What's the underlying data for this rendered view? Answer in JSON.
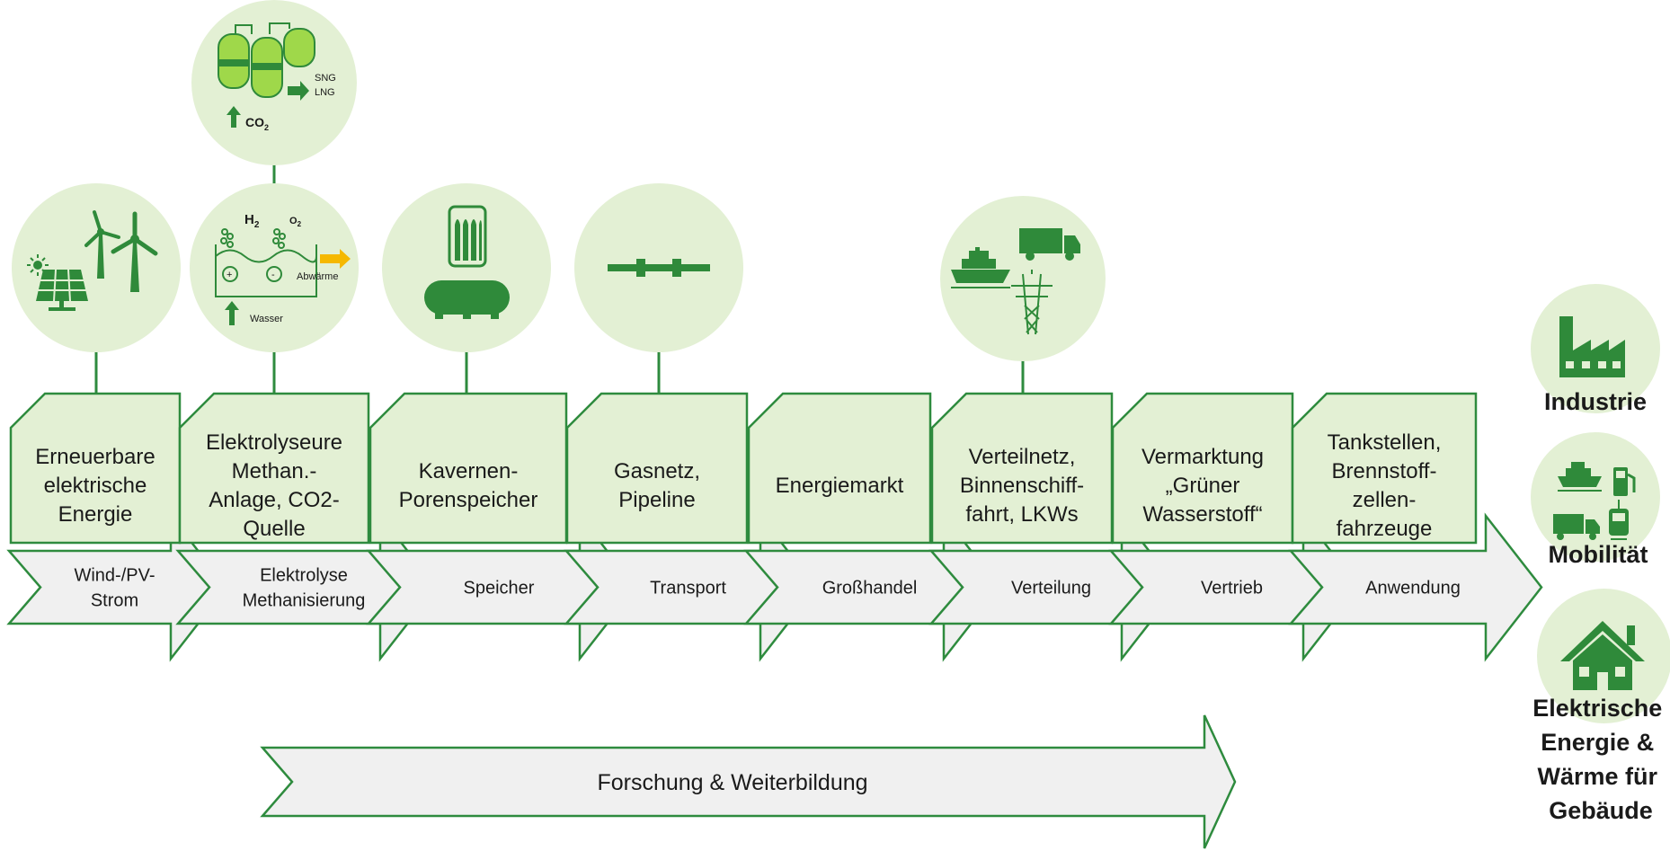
{
  "colors": {
    "accent_green": "#2e8b3e",
    "icon_green": "#2f8a3a",
    "light_green_fill": "#e3f0d4",
    "circle_fill": "#e3f0d4",
    "arrow_fill": "#f0f0f0",
    "lime": "#9fd84a",
    "warm_yellow": "#f5b800"
  },
  "stages": [
    {
      "label_lines": [
        "Erneuerbare",
        "elektrische",
        "Energie"
      ],
      "arrow_lines": [
        "Wind-/PV-",
        "Strom"
      ],
      "icon": "solar-wind-icon"
    },
    {
      "label_lines": [
        "Elektrolyseure",
        "Methan.-",
        "Anlage, CO2-",
        "Quelle"
      ],
      "arrow_lines": [
        "Elektrolyse",
        "Methanisierung"
      ],
      "icon": "electrolyser-icon"
    },
    {
      "label_lines": [
        "Kavernen-",
        "Porenspeicher"
      ],
      "arrow_lines": [
        "Speicher"
      ],
      "icon": "storage-tank-icon"
    },
    {
      "label_lines": [
        "Gasnetz,",
        "Pipeline"
      ],
      "arrow_lines": [
        "Transport"
      ],
      "icon": "pipeline-icon"
    },
    {
      "label_lines": [
        "Energiemarkt"
      ],
      "arrow_lines": [
        "Großhandel"
      ],
      "icon": ""
    },
    {
      "label_lines": [
        "Verteilnetz,",
        "Binnenschiff-",
        "fahrt, LKWs"
      ],
      "arrow_lines": [
        "Verteilung"
      ],
      "icon": "ship-truck-pylon-icon"
    },
    {
      "label_lines": [
        "Vermarktung",
        "„Grüner",
        "Wasserstoff“"
      ],
      "arrow_lines": [
        "Vertrieb"
      ],
      "icon": ""
    },
    {
      "label_lines": [
        "Tankstellen,",
        "Brennstoff-",
        "zellen-",
        "fahrzeuge"
      ],
      "arrow_lines": [
        "Anwendung"
      ],
      "icon": ""
    }
  ],
  "electrolyser_icon": {
    "h2": "H",
    "h2_sub": "2",
    "o2": "O",
    "o2_sub": "2",
    "plus": "+",
    "minus": "-",
    "heat": "Abwärme",
    "water": "Wasser"
  },
  "methanation_icon": {
    "sng": "SNG",
    "lng": "LNG",
    "co2": "CO",
    "co2_sub": "2"
  },
  "research_banner": "Forschung & Weiterbildung",
  "applications": [
    {
      "label_lines": [
        "Industrie"
      ],
      "icon": "factory-icon"
    },
    {
      "label_lines": [
        "Mobilität"
      ],
      "icon": "mobility-icon"
    },
    {
      "label_lines": [
        "Elektrische",
        "Energie &",
        "Wärme für",
        "Gebäude"
      ],
      "icon": "house-icon"
    }
  ]
}
